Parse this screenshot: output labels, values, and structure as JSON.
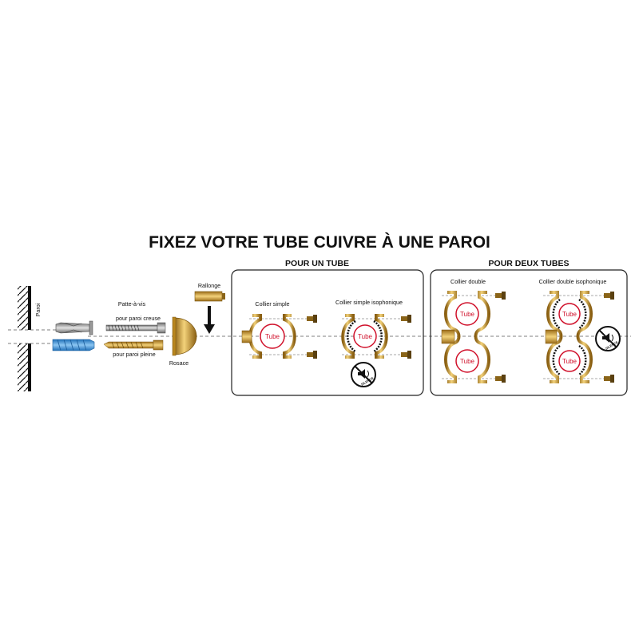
{
  "title": "FIXEZ VOTRE TUBE  CUIVRE  À UNE PAROI",
  "sections": {
    "single": "POUR UN TUBE",
    "double": "POUR DEUX TUBES"
  },
  "labels": {
    "wall": "Paroi",
    "patte": "Patte-à-vis",
    "hollow": "pour paroi creuse",
    "solid": "pour paroi pleine",
    "rosace": "Rosace",
    "rallonge": "Rallonge",
    "collier_simple": "Collier simple",
    "collier_simple_iso": "Collier simple isophonique",
    "collier_double": "Collier double",
    "collier_double_iso": "Collier double isophonique",
    "tube": "Tube",
    "silence": "SILENCE"
  },
  "colors": {
    "brass": "#d9a62e",
    "tube_ring": "#d0102a",
    "plug_blue": "#3b8fd6",
    "frame": "#222222"
  }
}
